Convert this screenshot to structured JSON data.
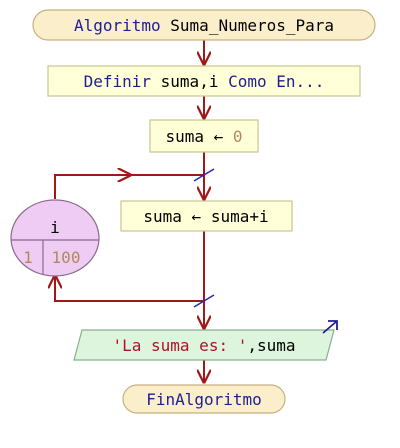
{
  "algorithm_header": {
    "keyword": "Algoritmo",
    "name": "Suma_Numeros_Para"
  },
  "define_block": {
    "keyword": "Definir",
    "vars": "suma,i",
    "type_clause": "Como En..."
  },
  "init_assign": {
    "target": "suma",
    "arrow": "←",
    "value": "0"
  },
  "loop": {
    "variable": "i",
    "start": "1",
    "end": "100"
  },
  "body_assign": {
    "target": "suma",
    "arrow": "←",
    "expression": "suma+i"
  },
  "output_block": {
    "string_literal": "'La suma es: '",
    "rest": ",suma"
  },
  "end_block": {
    "label": "FinAlgoritmo"
  },
  "colors": {
    "line": "#a01818",
    "header_fill": "#fbeecb",
    "block_fill": "#ffffd8",
    "block_stroke": "#c8c48c",
    "loop_fill": "#efccf3",
    "output_fill": "#dcf5dc",
    "keyword": "#1e1e96"
  }
}
